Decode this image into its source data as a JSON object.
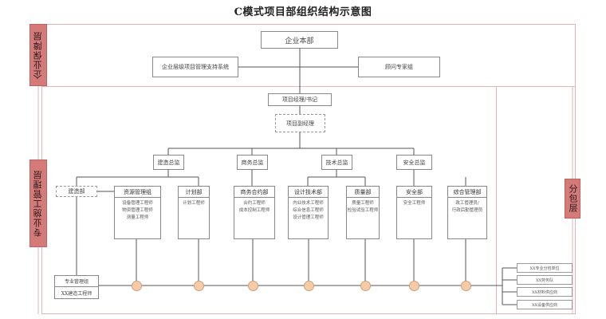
{
  "title": "C模式项目部组织结构示意图",
  "layers": {
    "enterprise": "企业保障层",
    "construction": "专业施工管理层",
    "subcontract": "分包层"
  },
  "enterprise": {
    "hq": "企业本部",
    "support_system": "企业层级项目管理支持系统",
    "advisors": "顾问专家组"
  },
  "project": {
    "manager": "项目经理/书记",
    "deputy": "项目副经理"
  },
  "directors": [
    {
      "label": "建造总监"
    },
    {
      "label": "商务总监"
    },
    {
      "label": "技术总监"
    },
    {
      "label": "安全总监"
    }
  ],
  "construction_dept": "建造部",
  "departments": [
    {
      "name": "资源管理组",
      "roles": [
        "设备管理工程师",
        "物资管理工程师",
        "测量工程师"
      ]
    },
    {
      "name": "计划部",
      "roles": [
        "计划工程师"
      ]
    },
    {
      "name": "商务合约部",
      "roles": [
        "合约工程师",
        "成本控制工程师"
      ]
    },
    {
      "name": "设计技术部",
      "roles": [
        "内业技术工程师",
        "综合信息工程师",
        "设计管理工程师"
      ]
    },
    {
      "name": "质量部",
      "roles": [
        "质量工程师",
        "检验试验工程师"
      ]
    },
    {
      "name": "安全部",
      "roles": [
        "安全工程师"
      ]
    },
    {
      "name": "综合管理部",
      "roles": [
        "政工管理员/",
        "行政后勤管理员"
      ]
    }
  ],
  "specialty_group": {
    "name": "专业管理组",
    "role": "XX建造工程师"
  },
  "subcontractors": [
    "XX专业分包单位",
    "XX劳务队",
    "XX材料供应商",
    "XX设备供应商"
  ],
  "colors": {
    "layer_tab": "#d47a78",
    "region_border": "#e3b5b8",
    "node_fill": "#f7cba6",
    "line": "#555555"
  }
}
